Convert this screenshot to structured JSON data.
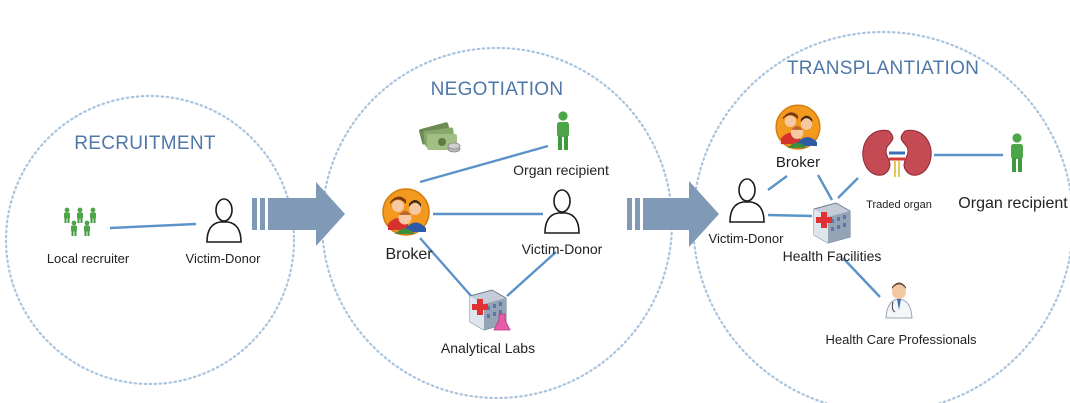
{
  "stages": {
    "recruitment": {
      "title": "RECRUITMENT",
      "nodes": {
        "local_recruiter": "Local recruiter",
        "victim_donor": "Victim-Donor"
      }
    },
    "negotiation": {
      "title": "NEGOTIATION",
      "nodes": {
        "organ_recipient": "Organ recipient",
        "broker": "Broker",
        "victim_donor": "Victim-Donor",
        "analytical_labs": "Analytical Labs"
      }
    },
    "transplantation": {
      "title": "TRANSPLANTIATION",
      "nodes": {
        "broker": "Broker",
        "traded_organ": "Traded organ",
        "organ_recipient": "Organ recipient",
        "victim_donor": "Victim-Donor",
        "health_facilities": "Health Facilities",
        "health_care_professionals": "Health Care Professionals"
      }
    }
  },
  "colors": {
    "stage_title": "#4f78a8",
    "link": "#5b93c9",
    "arrow": "#7f99b6",
    "circle_outline": "#aac4de",
    "person_green": "#4da54a"
  },
  "icons": [
    "people-group-icon",
    "person-outline-icon",
    "money-icon",
    "person-green-icon",
    "broker-icon",
    "lab-icon",
    "kidney-icon",
    "hospital-icon",
    "doctor-icon",
    "arrow-right-icon"
  ]
}
